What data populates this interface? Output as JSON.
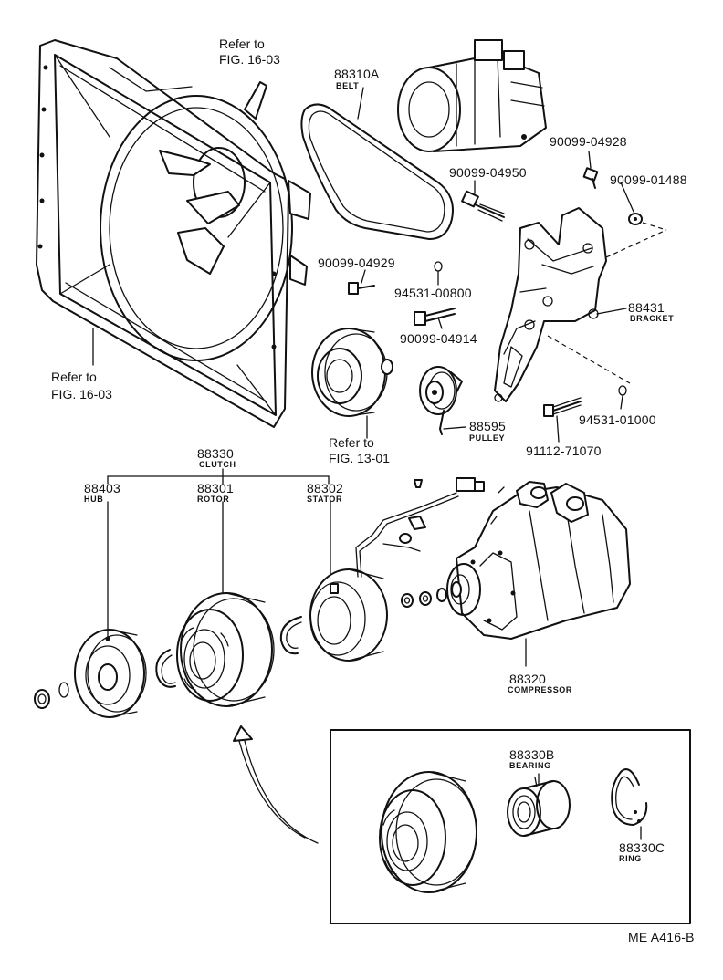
{
  "refs": {
    "top": [
      "Refer to",
      "FIG. 16-03"
    ],
    "left": [
      "Refer to",
      "FIG. 16-03"
    ],
    "pulley": [
      "Refer to",
      "FIG. 13-01"
    ]
  },
  "parts": {
    "belt": {
      "number": "88310A",
      "name": "BELT"
    },
    "bolt_04928": "90099-04928",
    "bolt_04950": "90099-04950",
    "nut_01488": "90099-01488",
    "bolt_04929": "90099-04929",
    "washer_00800": "94531-00800",
    "bolt_04914": "90099-04914",
    "bracket": {
      "number": "88431",
      "name": "BRACKET"
    },
    "pulley": {
      "number": "88595",
      "name": "PULLEY"
    },
    "washer_01000": "94531-01000",
    "bolt_71070": "91112-71070",
    "clutch": {
      "number": "88330",
      "name": "CLUTCH"
    },
    "hub": {
      "number": "88403",
      "name": "HUB"
    },
    "rotor": {
      "number": "88301",
      "name": "ROTOR"
    },
    "stator": {
      "number": "88302",
      "name": "STATOR"
    },
    "compressor": {
      "number": "88320",
      "name": "COMPRESSOR"
    },
    "bearing": {
      "number": "88330B",
      "name": "BEARING"
    },
    "ring": {
      "number": "88330C",
      "name": "RING"
    }
  },
  "figure_code": "ME A416-B"
}
